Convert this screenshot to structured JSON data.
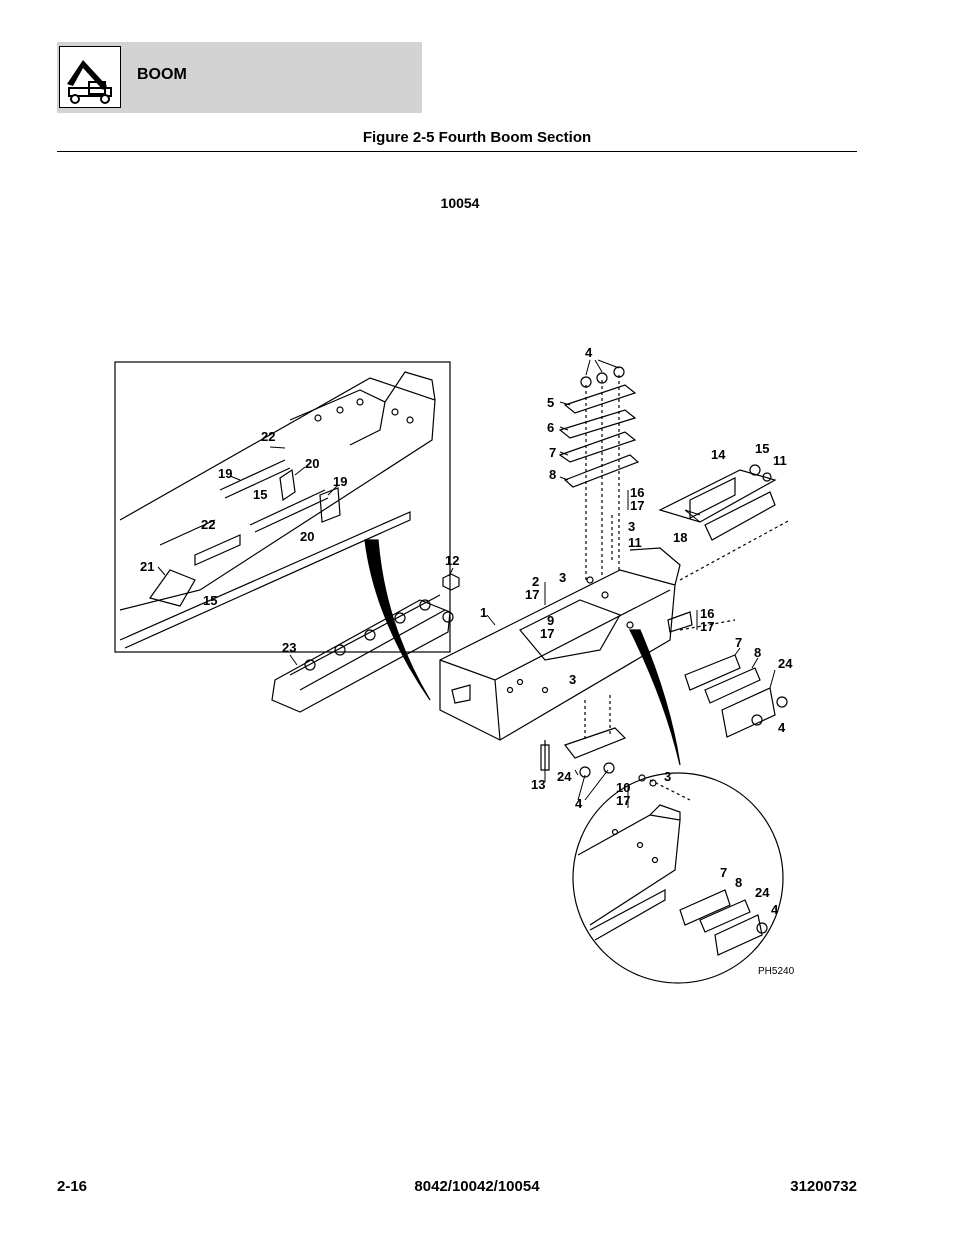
{
  "header": {
    "section_title": "BOOM"
  },
  "figure": {
    "title": "Figure 2-5 Fourth Boom Section",
    "model": "10054",
    "drawing_id": "PH5240",
    "callouts": {
      "c1": "1",
      "c2": "2",
      "c3a": "3",
      "c3b": "3",
      "c3c": "3",
      "c3d": "3",
      "c4a": "4",
      "c4b": "4",
      "c4c": "4",
      "c4d": "4",
      "c5": "5",
      "c6": "6",
      "c7a": "7",
      "c7b": "7",
      "c7c": "7",
      "c8a": "8",
      "c8b": "8",
      "c8c": "8",
      "c9": "9",
      "c10": "10",
      "c11a": "11",
      "c11b": "11",
      "c12": "12",
      "c13": "13",
      "c14": "14",
      "c15a": "15",
      "c15b": "15",
      "c15c": "15",
      "c16a": "16",
      "c16b": "16",
      "c17a": "17",
      "c17b": "17",
      "c17c": "17",
      "c17d": "17",
      "c17e": "17",
      "c18": "18",
      "c19a": "19",
      "c19b": "19",
      "c20a": "20",
      "c20b": "20",
      "c21": "21",
      "c22a": "22",
      "c22b": "22",
      "c23": "23",
      "c24a": "24",
      "c24b": "24",
      "c24c": "24"
    }
  },
  "footer": {
    "page_number": "2-16",
    "models": "8042/10042/10054",
    "doc_number": "31200732"
  }
}
